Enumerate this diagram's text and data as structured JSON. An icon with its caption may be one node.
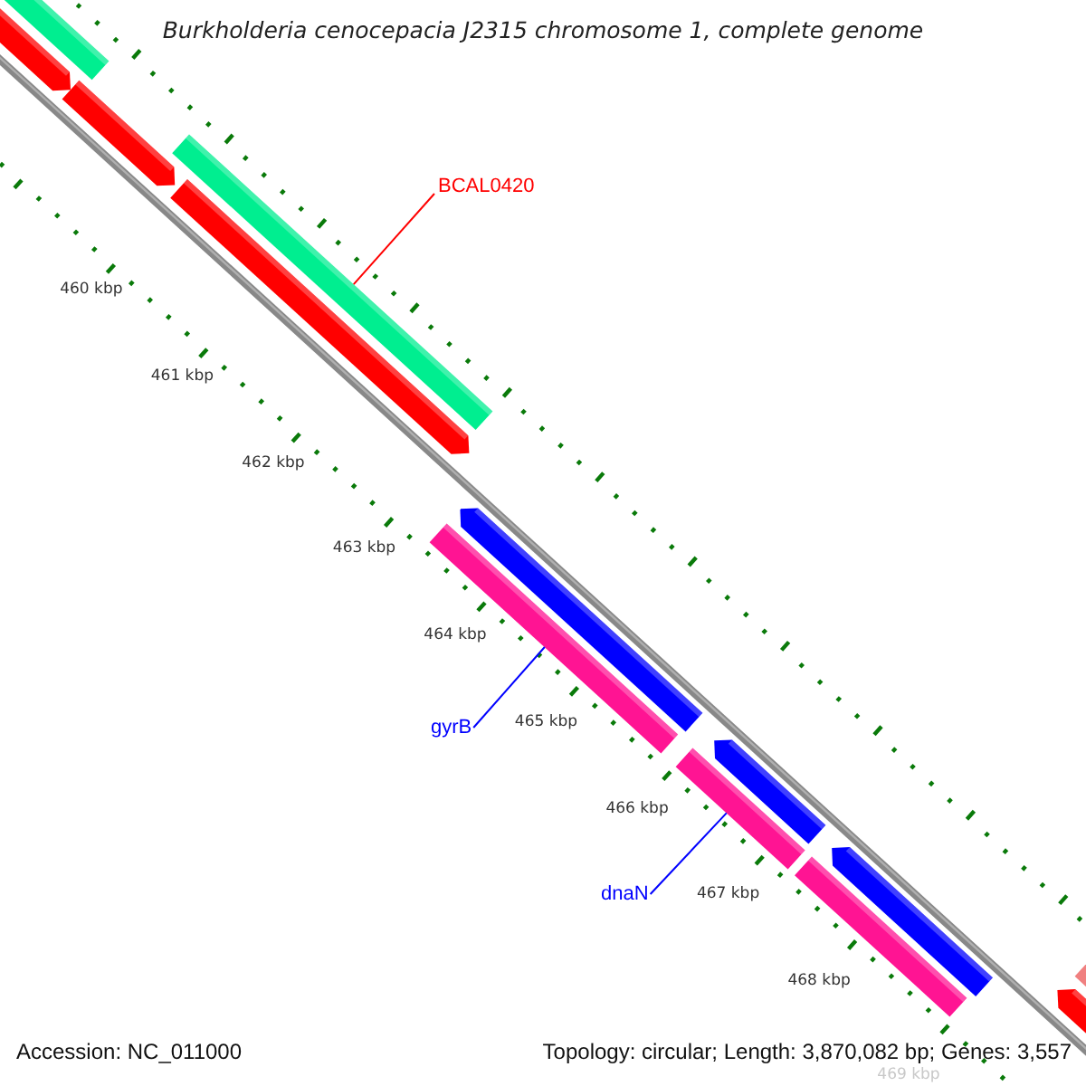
{
  "diagram": {
    "title": "Burkholderia cenocepacia J2315 chromosome 1, complete genome",
    "nodes": [
      {
        "text": [
          "BCAL0420"
        ]
      },
      {
        "text": [],
        "shape": "bar"
      },
      {
        "text": [
          "gyrB"
        ]
      },
      {
        "text": [],
        "shape": "bar"
      },
      {
        "text": [
          "dnaN"
        ]
      },
      {
        "text": [],
        "shape": "bar"
      }
    ],
    "edges": [
      {
        "from": 0,
        "to": 1,
        "arrow": "none",
        "color": "#ff0000"
      },
      {
        "from": 2,
        "to": 3,
        "arrow": "none"
      },
      {
        "from": 4,
        "to": 5,
        "arrow": "none"
      }
    ],
    "labels": [
      "460 kbp",
      "461 kbp",
      "462 kbp",
      "463 kbp",
      "464 kbp",
      "465 kbp",
      "466 kbp",
      "467 kbp",
      "468 kbp",
      "469 kbp",
      "Accession: NC_011000",
      "Topology: circular; Length: 3,870,082 bp; Genes: 3,557"
    ]
  }
}
